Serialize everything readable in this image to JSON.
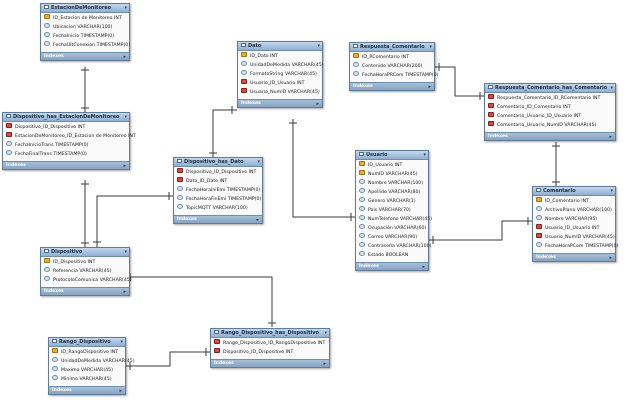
{
  "tables": [
    {
      "id": "estacion",
      "name": "EstacionDeMonitoreo",
      "footer": "Indexes",
      "columns": [
        {
          "text": "ID_Estacion de Monitoreo INT",
          "key": "pk"
        },
        {
          "text": "Ubicacion VARCHAR(100)",
          "key": "nn"
        },
        {
          "text": "FechaInicio TIMESTAMP(0)",
          "key": "nn"
        },
        {
          "text": "FechaUltConexion TIMESTAMP(0)",
          "key": "nn"
        }
      ]
    },
    {
      "id": "disp_has_est",
      "name": "Dispositivo_has_EstacionDeMonitoreo",
      "footer": "Indexes",
      "columns": [
        {
          "text": "Dispositivo_ID_Dispositivo INT",
          "key": "fk"
        },
        {
          "text": "EstacionDeMonitoreo_ID_Estacion de Monitoreo INT",
          "key": "fk"
        },
        {
          "text": "FechaInicioTrans TIMESTAMP(0)",
          "key": "nn"
        },
        {
          "text": "FechaFinalTrans TIMESTAMP(0)",
          "key": "nn"
        }
      ]
    },
    {
      "id": "dato",
      "name": "Dato",
      "footer": "Indexes",
      "columns": [
        {
          "text": "ID_Dato INT",
          "key": "pk"
        },
        {
          "text": "UnidadDeMedida VARCHAR(45)",
          "key": "nn"
        },
        {
          "text": "FormatoString VARCHAR(45)",
          "key": "nn"
        },
        {
          "text": "Usuario_ID_Usuario INT",
          "key": "fk"
        },
        {
          "text": "Usuario_NumID VARCHAR(45)",
          "key": "fk"
        }
      ]
    },
    {
      "id": "resp_com",
      "name": "Respuesta_Comentario",
      "footer": "Indexes",
      "columns": [
        {
          "text": "ID_RComentario INT",
          "key": "pk"
        },
        {
          "text": "Contenido VARCHAR(200)",
          "key": "nn"
        },
        {
          "text": "FechaHoraPRCom TIMESTAMP(0)",
          "key": "nn"
        }
      ]
    },
    {
      "id": "resp_has_com",
      "name": "Respuesta_Comentario_has_Comentario",
      "footer": "Indexes",
      "columns": [
        {
          "text": "Respuesta_Comentario_ID_RComentario INT",
          "key": "fk"
        },
        {
          "text": "Comentario_ID_Comentario INT",
          "key": "fk"
        },
        {
          "text": "Comentario_Usuario_ID_Usuario INT",
          "key": "fk"
        },
        {
          "text": "Comentario_Usuario_NumID VARCHAR(45)",
          "key": "fk"
        }
      ]
    },
    {
      "id": "disp_has_dato",
      "name": "Dispositivo_has_Dato",
      "footer": "Indexes",
      "columns": [
        {
          "text": "Dispositivo_ID_Dispositivo INT",
          "key": "fk"
        },
        {
          "text": "Dato_ID_Dato INT",
          "key": "fk"
        },
        {
          "text": "FechaHoraIniEmi TIMESTAMP(0)",
          "key": "nn"
        },
        {
          "text": "FechaHoraFinEmi TIMESTAMP(0)",
          "key": "nn"
        },
        {
          "text": "TopicMQTT VARCHAR(100)",
          "key": "nn"
        }
      ]
    },
    {
      "id": "usuario",
      "name": "Usuario",
      "footer": "Indexes",
      "columns": [
        {
          "text": "ID_Usuario INT",
          "key": "pk"
        },
        {
          "text": "NumID VARCHAR(45)",
          "key": "pk"
        },
        {
          "text": "Nombre VARCHAR(100)",
          "key": "nn"
        },
        {
          "text": "Apellido VARCHAR(80)",
          "key": "nn"
        },
        {
          "text": "Genero VARCHAR(1)",
          "key": "nn"
        },
        {
          "text": "Pais VARCHAR(70)",
          "key": "nn"
        },
        {
          "text": "NumTelefono VARCHAR(45)",
          "key": "nn"
        },
        {
          "text": "Ocupación VARCHAR(60)",
          "key": "nn"
        },
        {
          "text": "Correo VARCHAR(90)",
          "key": "nn"
        },
        {
          "text": "Contraseña VARCHAR(100)",
          "key": "nn"
        },
        {
          "text": "Estado BOOLEAN",
          "key": "nn"
        }
      ]
    },
    {
      "id": "comentario",
      "name": "Comentario",
      "footer": "Indexes",
      "columns": [
        {
          "text": "ID_Comentario INT",
          "key": "pk"
        },
        {
          "text": "ArchivoPlano VARCHAR(100)",
          "key": "nn"
        },
        {
          "text": "Nombre VARCHAR(95)",
          "key": "nn"
        },
        {
          "text": "Usuario_ID_Usuario INT",
          "key": "fk"
        },
        {
          "text": "Usuario_NumID VARCHAR(45)",
          "key": "fk"
        },
        {
          "text": "FechaHoraPCom TIMESTAMP(0)",
          "key": "nn"
        }
      ]
    },
    {
      "id": "dispositivo",
      "name": "Dispositivo",
      "footer": "Indexes",
      "columns": [
        {
          "text": "ID_Dispositivo INT",
          "key": "pk"
        },
        {
          "text": "Referencia VARCHAR(45)",
          "key": "nn"
        },
        {
          "text": "ProtocoloComunica VARCHAR(45)",
          "key": "nn"
        }
      ]
    },
    {
      "id": "rango",
      "name": "Rango_Dispositivo",
      "footer": "Indexes",
      "columns": [
        {
          "text": "ID_RangoDispositivo INT",
          "key": "pk"
        },
        {
          "text": "UnidadDeMedida VARCHAR(45)",
          "key": "nn"
        },
        {
          "text": "Maximo VARCHAR(45)",
          "key": "nn"
        },
        {
          "text": "Minimo VARCHAR(45)",
          "key": "nn"
        }
      ]
    },
    {
      "id": "rango_has_disp",
      "name": "Rango_Dispositivo_has_Dispositivo",
      "footer": "Indexes",
      "columns": [
        {
          "text": "Rango_Dispositivo_ID_RangoDispositivo INT",
          "key": "fk"
        },
        {
          "text": "Dispositivo_ID_Dispositivo INT",
          "key": "fk"
        }
      ]
    }
  ]
}
